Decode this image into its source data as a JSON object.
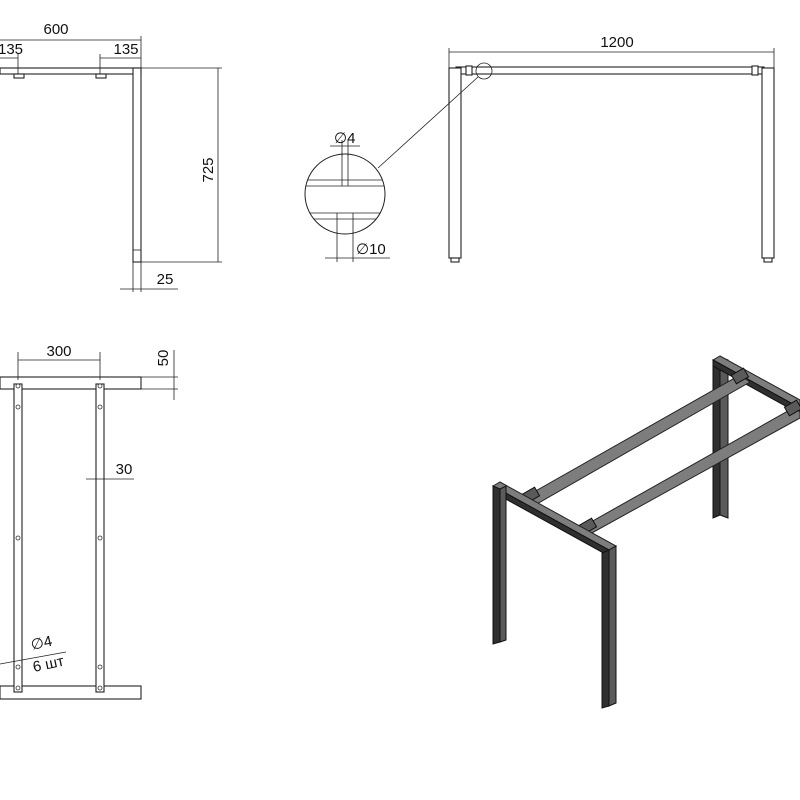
{
  "dimensions": {
    "side_width": "600",
    "side_offset_left": "135",
    "side_offset_right": "135",
    "side_height": "725",
    "leg_width": "25",
    "front_length": "1200",
    "detail_hole_small": "4",
    "detail_hole_large": "10",
    "top_spacing": "300",
    "top_thickness": "50",
    "top_rail_width": "30",
    "top_hole_diameter": "4",
    "top_hole_count": "6 шт"
  },
  "symbols": {
    "diameter": "∅"
  },
  "colors": {
    "line": "#222222",
    "beam_top": "#7d7d7d",
    "beam_dark": "#2f2f2f"
  }
}
